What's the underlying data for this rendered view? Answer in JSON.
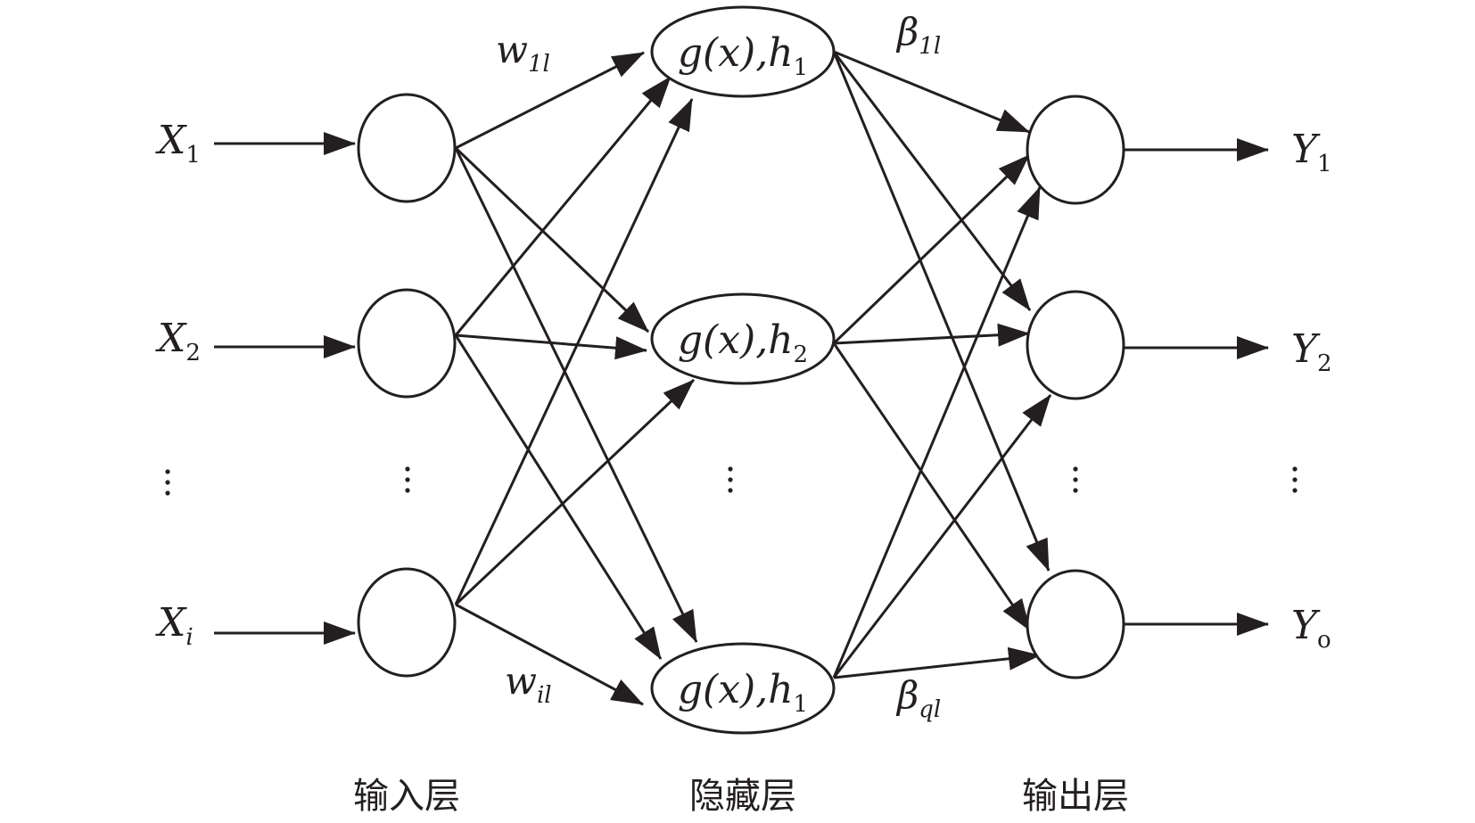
{
  "inputs": {
    "x1": {
      "main": "X",
      "sub": "1"
    },
    "x2": {
      "main": "X",
      "sub": "2"
    },
    "xi": {
      "main": "X",
      "sub": "i"
    }
  },
  "outputs": {
    "y1": {
      "main": "Y",
      "sub": "1"
    },
    "y2": {
      "main": "Y",
      "sub": "2"
    },
    "yo": {
      "main": "Y",
      "sub": "o"
    }
  },
  "hidden": {
    "h1": {
      "func": "g(x),",
      "h": "h",
      "sub": "1"
    },
    "h2": {
      "func": "g(x),",
      "h": "h",
      "sub": "2"
    },
    "h3": {
      "func": "g(x),",
      "h": "h",
      "sub": "1"
    }
  },
  "weights": {
    "w1l": {
      "main": "w",
      "sub": "1l"
    },
    "wil": {
      "main": "w",
      "sub": "il"
    },
    "b1l": {
      "main": "β",
      "sub": "1l"
    },
    "bql": {
      "main": "β",
      "sub": "ql"
    }
  },
  "layers": {
    "input": "输入层",
    "hidden": "隐藏层",
    "output": "输出层"
  },
  "colors": {
    "stroke": "#231f20",
    "background": "#ffffff"
  }
}
